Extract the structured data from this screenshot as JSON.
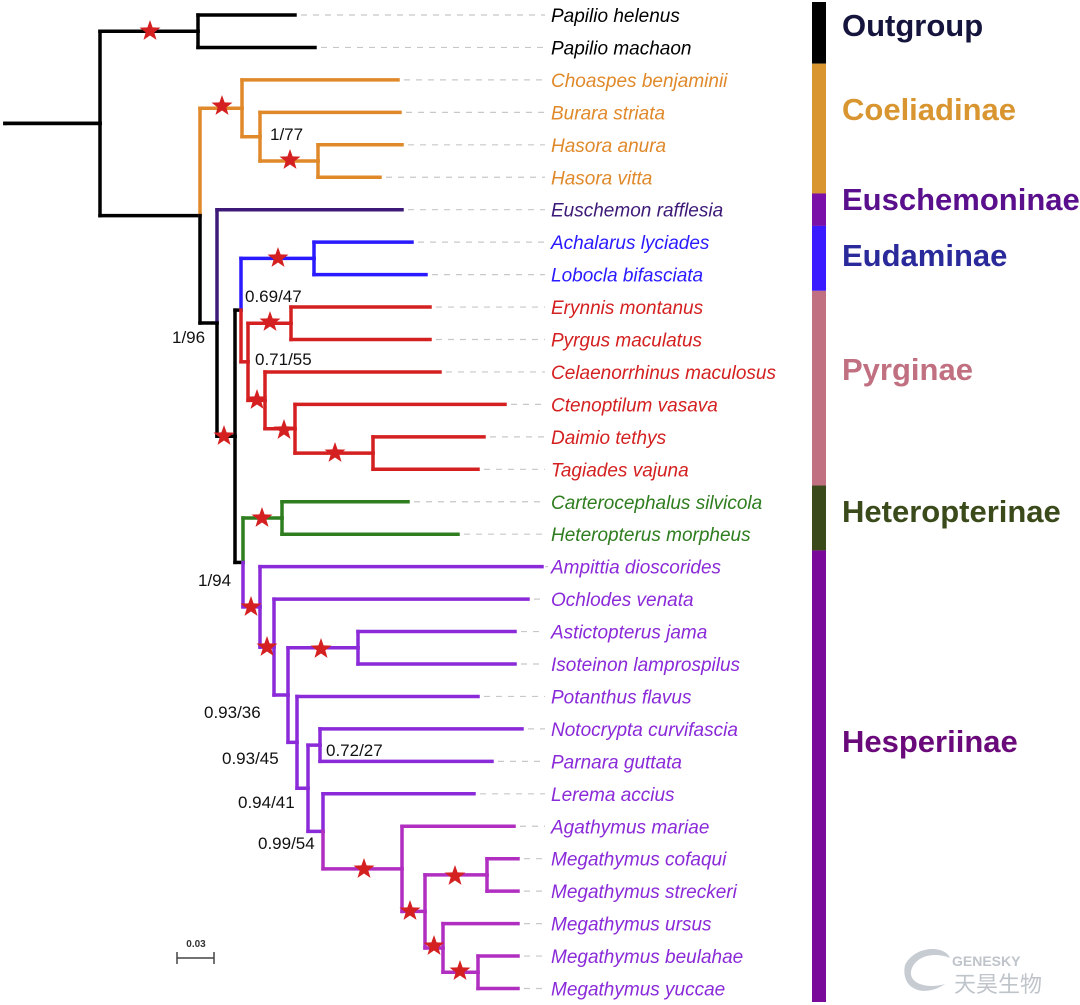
{
  "colors": {
    "outgroup": "#000000",
    "coeliadinae": "#e0892a",
    "euschemoninae": "#3d1a78",
    "eudaminae": "#2a1aff",
    "pyrginae": "#d42020",
    "heteropterinae": "#2e7d1e",
    "hesperiinae": "#8a2ad8",
    "megathymus": "#b02ec0",
    "star": "#d42020"
  },
  "taxa": [
    {
      "label": "Papilio helenus",
      "group": "outgroup"
    },
    {
      "label": "Papilio machaon",
      "group": "outgroup"
    },
    {
      "label": "Choaspes benjaminii",
      "group": "coeliadinae"
    },
    {
      "label": "Burara striata",
      "group": "coeliadinae"
    },
    {
      "label": "Hasora anura",
      "group": "coeliadinae"
    },
    {
      "label": "Hasora vitta",
      "group": "coeliadinae"
    },
    {
      "label": "Euschemon rafflesia",
      "group": "euschemoninae"
    },
    {
      "label": "Achalarus lyciades",
      "group": "eudaminae"
    },
    {
      "label": "Lobocla bifasciata",
      "group": "eudaminae"
    },
    {
      "label": "Erynnis montanus",
      "group": "pyrginae"
    },
    {
      "label": "Pyrgus maculatus",
      "group": "pyrginae"
    },
    {
      "label": "Celaenorrhinus maculosus",
      "group": "pyrginae"
    },
    {
      "label": "Ctenoptilum vasava",
      "group": "pyrginae"
    },
    {
      "label": "Daimio tethys",
      "group": "pyrginae"
    },
    {
      "label": "Tagiades vajuna",
      "group": "pyrginae"
    },
    {
      "label": "Carterocephalus silvicola",
      "group": "heteropterinae"
    },
    {
      "label": "Heteropterus morpheus",
      "group": "heteropterinae"
    },
    {
      "label": "Ampittia dioscorides",
      "group": "hesperiinae"
    },
    {
      "label": "Ochlodes venata",
      "group": "hesperiinae"
    },
    {
      "label": "Astictopterus jama",
      "group": "hesperiinae"
    },
    {
      "label": "Isoteinon lamprospilus",
      "group": "hesperiinae"
    },
    {
      "label": "Potanthus flavus",
      "group": "hesperiinae"
    },
    {
      "label": "Notocrypta curvifascia",
      "group": "hesperiinae"
    },
    {
      "label": "Parnara guttata",
      "group": "hesperiinae"
    },
    {
      "label": "Lerema accius",
      "group": "hesperiinae"
    },
    {
      "label": "Agathymus mariae",
      "group": "hesperiinae"
    },
    {
      "label": "Megathymus cofaqui",
      "group": "hesperiinae"
    },
    {
      "label": "Megathymus streckeri",
      "group": "hesperiinae"
    },
    {
      "label": "Megathymus ursus",
      "group": "hesperiinae"
    },
    {
      "label": "Megathymus beulahae",
      "group": "hesperiinae"
    },
    {
      "label": "Megathymus yuccae",
      "group": "hesperiinae"
    }
  ],
  "support_values": [
    "1/77",
    "0.69/47",
    "1/96",
    "0.71/55",
    "1/94",
    "0.93/36",
    "0.93/45",
    "0.72/27",
    "0.94/41",
    "0.99/54"
  ],
  "clades": [
    {
      "name": "Outgroup",
      "color": "#0a0a0a",
      "bar_color": "#000000",
      "text_color": "#14143c"
    },
    {
      "name": "Coeliadinae",
      "color": "#d89530",
      "bar_color": "#d89530",
      "text_color": "#d89530"
    },
    {
      "name": "Euschemoninae",
      "color": "#5a0f8c",
      "bar_color": "#7a10a8",
      "text_color": "#5a0f8c"
    },
    {
      "name": "Eudaminae",
      "color": "#2a2a9a",
      "bar_color": "#3a1aff",
      "text_color": "#2a2a9a"
    },
    {
      "name": "Pyrginae",
      "color": "#c07080",
      "bar_color": "#c07080",
      "text_color": "#c07080"
    },
    {
      "name": "Heteropterinae",
      "color": "#3a4a1a",
      "bar_color": "#3a4a1a",
      "text_color": "#3a4a1a"
    },
    {
      "name": "Hesperiinae",
      "color": "#6a0a7a",
      "bar_color": "#7a0a9a",
      "text_color": "#6a0a7a"
    }
  ],
  "scale_bar": {
    "label": "0.03"
  },
  "logo": {
    "latin": "GENESKY",
    "chinese": "天昊生物"
  }
}
